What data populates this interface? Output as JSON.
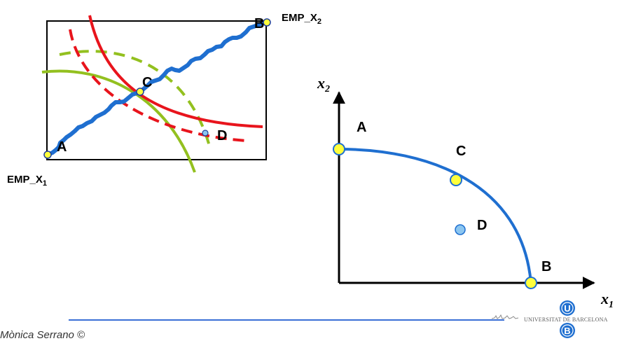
{
  "edgeworth_box": {
    "origin_x1_label": "EMP_X",
    "origin_x1_sub": "1",
    "origin_x2_label": "EMP_X",
    "origin_x2_sub": "2",
    "points": {
      "a": "A",
      "b": "B",
      "c": "C",
      "d": "D"
    }
  },
  "frontier": {
    "x_axis_label": "x",
    "x_axis_sub": "1",
    "y_axis_label": "x",
    "y_axis_sub": "2",
    "points": {
      "a": "A",
      "b": "B",
      "c": "C",
      "d": "D"
    }
  },
  "colors": {
    "contract_curve": "#1f6fd0",
    "indifference_red": "#e8141c",
    "indifference_green": "#93c01f",
    "point_fill_yellow": "#ffff3c",
    "point_fill_blue": "#8cc6f0"
  },
  "footer": {
    "author": "Mònica Serrano ©",
    "institution": "UNIVERSITAT DE BARCELONA",
    "logo_letters": [
      "U",
      "B"
    ]
  }
}
